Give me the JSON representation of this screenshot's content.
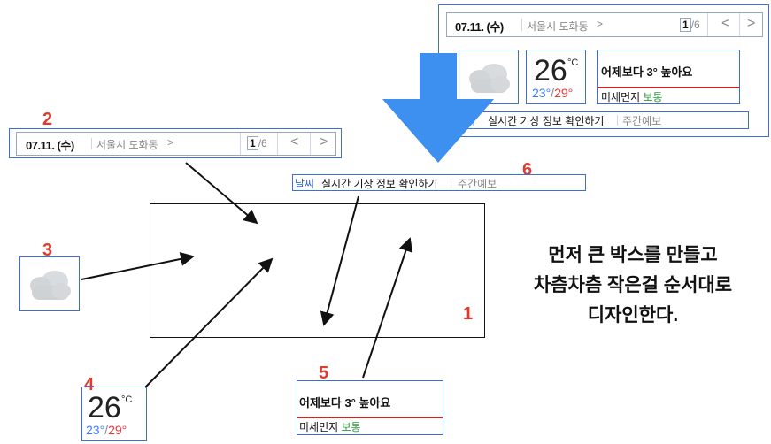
{
  "widget": {
    "date": "07.11. (수)",
    "location": "서울시 도화동",
    "chevron_right": ">",
    "page_current": "1",
    "page_total": "/6",
    "prev": "<",
    "next": ">",
    "temp_now": "26",
    "temp_unit": "°C",
    "temp_min": "23°",
    "temp_slash": "/",
    "temp_max": "29°",
    "compare_text": "어제보다 3° 높아요",
    "dust_label": "미세먼지",
    "dust_value": "보통",
    "footer_label": "날씨",
    "footer_link": "실시간 기상 정보 확인하기",
    "footer_forecast": "주간예보"
  },
  "steps": {
    "n1": "1",
    "n2": "2",
    "n3": "3",
    "n4": "4",
    "n5": "5",
    "n6": "6"
  },
  "caption": {
    "line1": "먼저 큰 박스를 만들고",
    "line2": "차츰차츰 작은걸 순서대로",
    "line3": "디자인한다."
  },
  "colors": {
    "accent_blue": "#3b6fd0",
    "arrow_blue": "#3d8ff0",
    "step_red": "#e03a2c",
    "temp_min": "#3a7cff",
    "temp_max": "#e33",
    "dust_good": "#2a9d3a",
    "compare_underline": "#c62828"
  },
  "icons": {
    "weather": "cloud-icon"
  }
}
